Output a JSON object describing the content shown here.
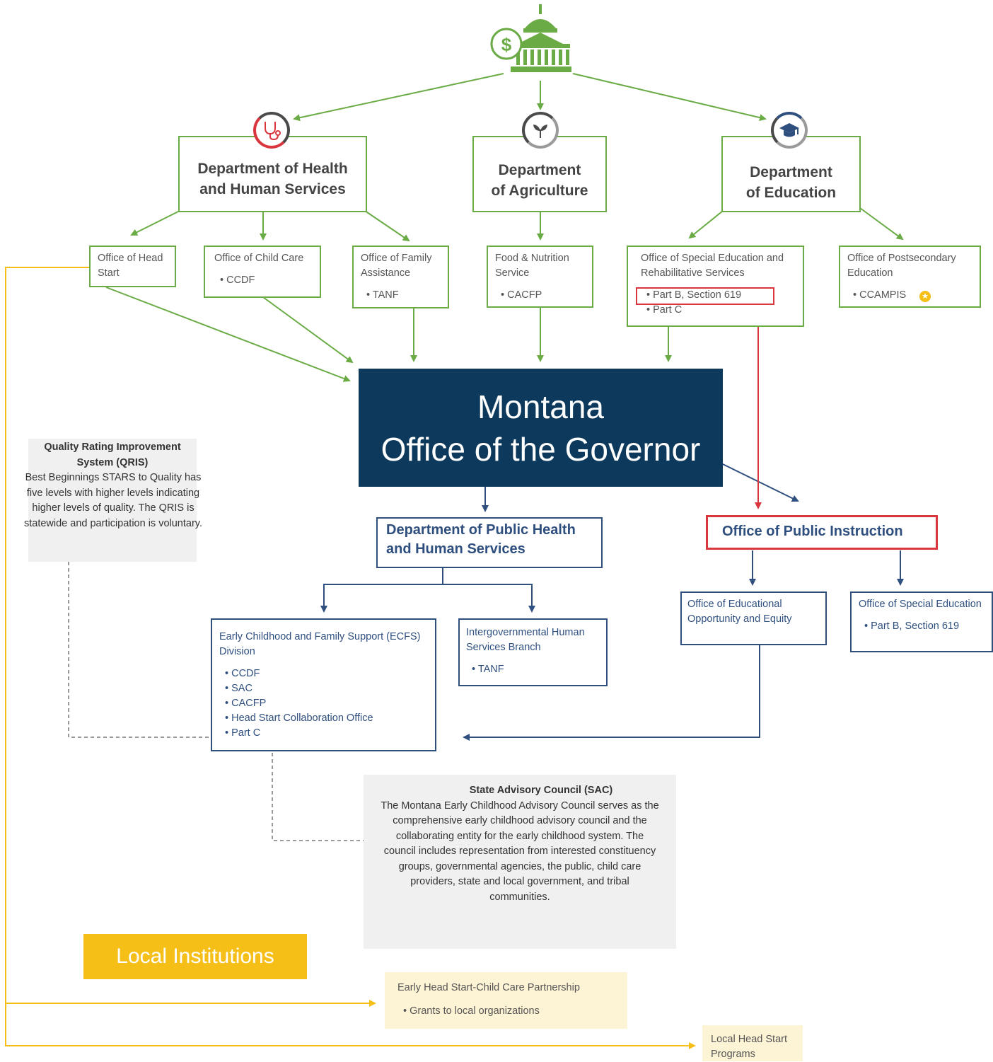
{
  "colors": {
    "federal": "#6aab45",
    "state": "#2f4f7f",
    "governor": "#0d3a5c",
    "highlight": "#d9363e",
    "local": "#f5bf17",
    "note_bg": "#f0f0f0"
  },
  "icons": {
    "capitol": "capitol-dollar-icon",
    "health": "stethoscope-icon",
    "agriculture": "sprout-icon",
    "education": "graduation-cap-icon",
    "star": "star-badge-icon"
  },
  "federal": {
    "departments": {
      "hhs": {
        "line1": "Department of Health",
        "line2": "and Human Services"
      },
      "agriculture": {
        "line1": "Department",
        "line2": "of Agriculture"
      },
      "education": {
        "line1": "Department",
        "line2": "of Education"
      }
    },
    "offices": {
      "head_start": {
        "title": "Office of Head Start"
      },
      "child_care": {
        "title": "Office of Child Care",
        "items": [
          "CCDF"
        ]
      },
      "family_assistance": {
        "title": "Office of Family Assistance",
        "items": [
          "TANF"
        ]
      },
      "food_nutrition": {
        "title": "Food & Nutrition Service",
        "items": [
          "CACFP"
        ]
      },
      "special_ed": {
        "title": "Office of Special Education and Rehabilitative Services",
        "items": [
          "Part B, Section 619",
          "Part C"
        ]
      },
      "postsecondary": {
        "title": "Office of Postsecondary Education",
        "items": [
          "CCAMPIS"
        ]
      }
    }
  },
  "governor": {
    "line1": "Montana",
    "line2": "Office of the Governor"
  },
  "state": {
    "dphhs": "Department of Public Health and Human Services",
    "opi": "Office of Public Instruction",
    "ecfs": {
      "title": "Early Childhood and Family Support (ECFS) Division",
      "items": [
        "CCDF",
        "SAC",
        "CACFP",
        "Head Start Collaboration Office",
        "Part C"
      ]
    },
    "ihsb": {
      "title": "Intergovernmental Human Services Branch",
      "items": [
        "TANF"
      ]
    },
    "oeoe": {
      "title": "Office of Educational Opportunity and Equity"
    },
    "ose": {
      "title": "Office of Special Education",
      "items": [
        "Part B, Section 619"
      ]
    }
  },
  "qris": {
    "title": "Quality Rating Improvement System (QRIS)",
    "body": "Best Beginnings STARS to Quality has five levels with higher levels indicating higher levels of quality. The QRIS is statewide and participation is voluntary."
  },
  "sac": {
    "title": "State Advisory Council (SAC)",
    "body": "The  Montana Early Childhood Advisory Council serves as the comprehensive early childhood advisory council and the collaborating entity for the early childhood system. The council includes representation from interested constituency groups, governmental agencies, the public, child care providers, state and local government, and tribal communities."
  },
  "local": {
    "title": "Local Institutions",
    "ehs_cc": {
      "title": "Early Head Start-Child Care Partnership",
      "items": [
        "Grants to local organizations"
      ]
    },
    "head_start_programs": {
      "title": "Local Head Start Programs"
    }
  }
}
